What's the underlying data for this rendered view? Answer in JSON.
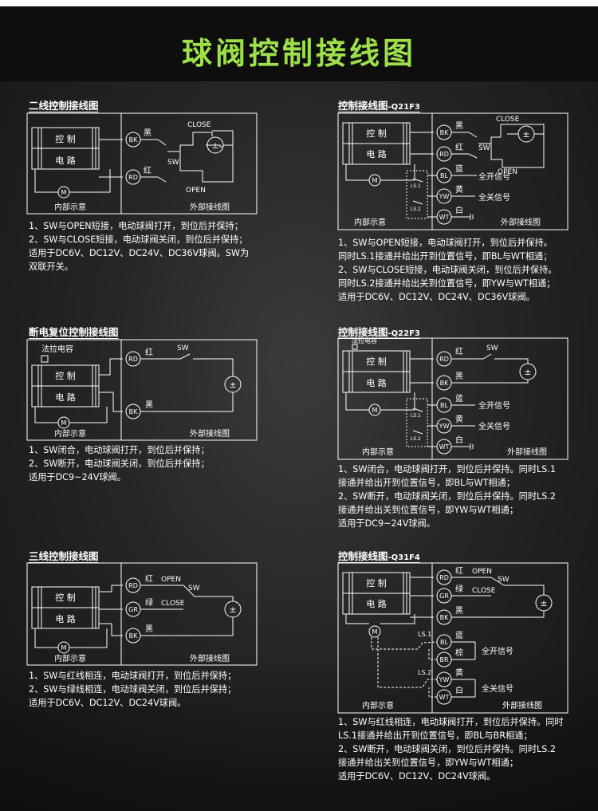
{
  "header": {
    "title": "球阀控制接线图"
  },
  "labels": {
    "control": "控 制",
    "circuit": "电 路",
    "internal": "内部示意",
    "external": "外部接线图",
    "motor": "M",
    "power": "±",
    "sw": "SW",
    "close": "CLOSE",
    "open": "OPEN",
    "black": "黑",
    "red": "红",
    "green": "绿",
    "blue": "蓝",
    "yellow": "黄",
    "white": "白",
    "brown": "棕",
    "fully_open_signal": "全开信号",
    "fully_closed_signal": "全关信号",
    "capacitor": "法拉电容",
    "ls1": "LS.1",
    "ls2": "LS.2",
    "terminals": {
      "bk": "BK",
      "rd": "RD",
      "gr": "GR",
      "bl": "BL",
      "yw": "YW",
      "wt": "WT",
      "br": "BR"
    }
  },
  "sections": {
    "two_wire": {
      "title": "二线控制接线图",
      "desc": "1、SW与OPEN短接，电动球阀打开，到位后并保持；\n2、SW与CLOSE短接，电动球阀关闭，到位后并保持；\n适用于DC6V、DC12V、DC24V、DC36V球阀。SW为\n双联开关。"
    },
    "q21f3": {
      "title": "控制接线图",
      "suffix": "-Q21F3",
      "desc": "1、SW与OPEN短接，电动球阀打开，到位后并保持。\n同时LS.1接通并给出开到位置信号，即BL与WT相通；\n2、SW与CLOSE短接，电动球阀关闭，到位后并保持。\n同时LS.2接通并给出关到位置信号，即YW与WT相通；\n适用于DC6V、DC12V、DC24V、DC36V球阀。"
    },
    "power_off_reset": {
      "title": "断电复位控制接线图",
      "desc": "1、SW闭合，电动球阀打开，到位后并保持；\n2、SW断开，电动球阀关闭，到位后并保持；\n适用于DC9~24V球阀。"
    },
    "q22f3": {
      "title": "控制接线图",
      "suffix": "-Q22F3",
      "desc": "1、SW闭合，电动球阀打开，到位后并保持。同时LS.1\n接通并给出开到位置信号，即BL与WT相通；\n2、SW断开，电动球阀关闭，到位后并保持。同时LS.2\n接通并给出关到位置信号，即YW与WT相通；\n适用于DC9~24V球阀。"
    },
    "three_wire": {
      "title": "三线控制接线图",
      "desc": "1、SW与红线相连，电动球阀打开，到位后并保持；\n2、SW与绿线相连，电动球阀关闭，到位后并保持；\n适用于DC6V、DC12V、DC24V球阀。"
    },
    "q31f4": {
      "title": "控制接线图",
      "suffix": "-Q31F4",
      "desc": "1、SW与红线相连，电动球阀打开，到位后并保持。同时\nLS.1接通并给出开到位置信号，即BL与BR相通；\n2、SW断开，电动球阀关闭，到位后并保持。同时LS.2\n接通并给出关到位置信号，即YW与WT相通；\n适用于DC6V、DC12V、DC24V球阀。"
    }
  }
}
